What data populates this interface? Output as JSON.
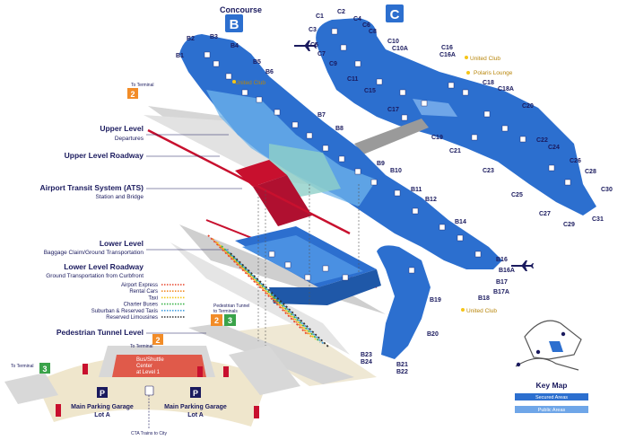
{
  "concourse_b": {
    "title": "Concourse",
    "letter": "B"
  },
  "concourse_c": {
    "letter": "C"
  },
  "gates_c": [
    "C1",
    "C2",
    "C3",
    "C4",
    "C5",
    "C6",
    "C7",
    "C8",
    "C9",
    "C10",
    "C10A",
    "C11",
    "C15",
    "C16",
    "C16A",
    "C17",
    "C18",
    "C18A",
    "C19",
    "C20",
    "C21",
    "C22",
    "C23",
    "C24",
    "C25",
    "C26",
    "C27",
    "C28",
    "C29",
    "C30",
    "C31"
  ],
  "gates_b": [
    "B1",
    "B2",
    "B3",
    "B4",
    "B5",
    "B6",
    "B7",
    "B8",
    "B9",
    "B10",
    "B11",
    "B12",
    "B14",
    "B16",
    "B16A",
    "B17",
    "B17A",
    "B18",
    "B19",
    "B20",
    "B21",
    "B22",
    "B23",
    "B24"
  ],
  "clubs": {
    "united_club": "United Club",
    "polaris": "Polaris Lounge"
  },
  "terminal_refs": {
    "to_terminal": "To Terminal",
    "t2": "2",
    "t3": "3"
  },
  "levels": {
    "upper_level": "Upper Level",
    "departures": "Departures",
    "upper_roadway": "Upper Level Roadway",
    "ats": "Airport Transit System (ATS)",
    "ats_sub": "Station and Bridge",
    "lower_level": "Lower Level",
    "lower_sub": "Baggage Claim/Ground Transportation",
    "lower_roadway": "Lower Level Roadway",
    "lower_roadway_sub": "Ground Transportation from Curbfront",
    "pedestrian": "Pedestrian Tunnel Level",
    "pedestrian_tunnel": "Pedestrian Tunnel",
    "to_terminals": "to Terminals"
  },
  "ground_transport": [
    {
      "label": "Airport Express",
      "color": "#e8452c"
    },
    {
      "label": "Rental Cars",
      "color": "#f28c28"
    },
    {
      "label": "Taxi",
      "color": "#f5c518"
    },
    {
      "label": "Charter Buses",
      "color": "#3cb44b"
    },
    {
      "label": "Suburban & Reserved Taxis",
      "color": "#46a0e0"
    },
    {
      "label": "Reserved Limousines",
      "color": "#333333"
    }
  ],
  "parking": {
    "bus_shuttle": "Bus/Shuttle",
    "center": "Center",
    "at_level": "at Level 1",
    "garage_left": "Main Parking Garage",
    "garage_right": "Main Parking Garage",
    "lot": "Lot A",
    "p": "P",
    "cta": "CTA Trains to City"
  },
  "key_map": {
    "title": "Key Map",
    "secured": "Secured Areas",
    "public": "Public Areas"
  },
  "colors": {
    "concourse": "#2c6fcf",
    "concourse_light": "#4a90e2",
    "red": "#c8102e",
    "orange": "#f28c28",
    "green": "#3aa34a",
    "navy": "#1a1a5e"
  }
}
